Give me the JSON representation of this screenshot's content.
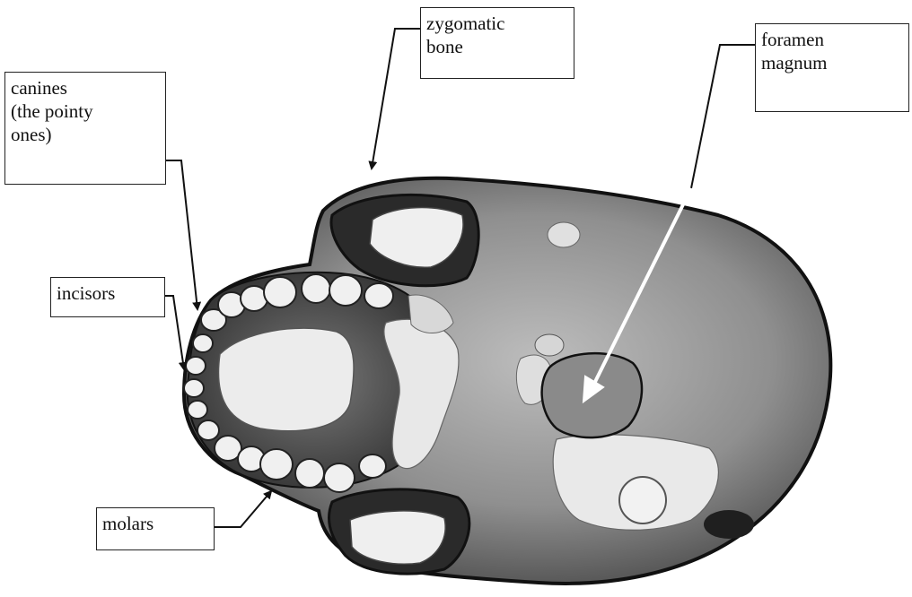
{
  "labels": {
    "zygomatic": "zygomatic\nbone",
    "foramen": "foramen\nmagnum",
    "canines": "canines\n(the pointy\nones)",
    "incisors": "incisors",
    "molars": "molars"
  },
  "colors": {
    "foramen_fill": "#8a8a8a",
    "bone_light": "#e6e6e6",
    "bone_dark": "#3a3a3a",
    "outline": "#111111"
  }
}
